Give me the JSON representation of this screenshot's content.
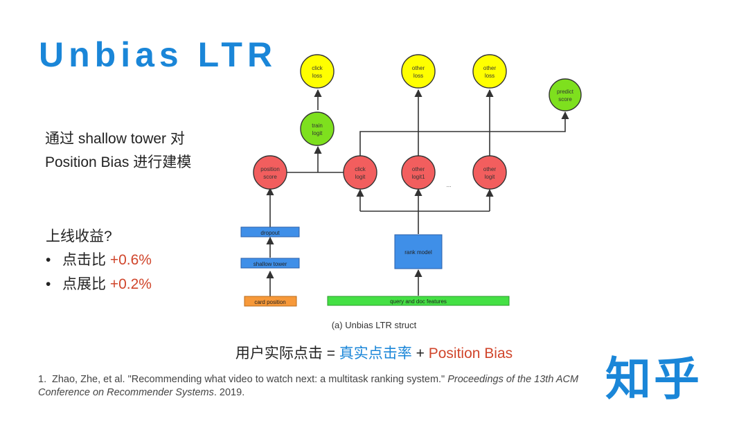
{
  "title": "Unbias LTR",
  "description": {
    "line1": "通过 shallow tower 对",
    "line2": "Position Bias 进行建模"
  },
  "gains": {
    "title": "上线收益?",
    "items": [
      {
        "bullet": "•",
        "label": "点击比 ",
        "value": "+0.6%"
      },
      {
        "bullet": "•",
        "label": "点展比 ",
        "value": "+0.2%"
      }
    ]
  },
  "diagram": {
    "caption": "(a) Unbias LTR struct",
    "nodes": {
      "click_loss": [
        "click",
        "loss"
      ],
      "other_loss_1": [
        "other",
        "loss"
      ],
      "other_loss_2": [
        "other",
        "loss"
      ],
      "predict_score": [
        "predict",
        "score"
      ],
      "train_logit": [
        "train",
        "logit"
      ],
      "position_score": [
        "position",
        "score"
      ],
      "click_logit": [
        "click",
        "logit"
      ],
      "other_logit1": [
        "other",
        "logit1"
      ],
      "other_logit": [
        "other",
        "logit"
      ],
      "ellipsis": "..."
    },
    "boxes": {
      "dropout": "dropout",
      "shallow_tower": "shallow tower",
      "card_position": "card position",
      "rank_model": "rank model",
      "features": "query and doc features"
    },
    "colors": {
      "loss": "#ffff00",
      "logit_green": "#7ee01e",
      "logit_red": "#f25e5e",
      "box_blue": "#3f8fe8",
      "box_orange": "#f7993a",
      "box_green": "#44e044",
      "edge": "#333333"
    }
  },
  "formula": {
    "left": "用户实际点击 = ",
    "term1": "真实点击率",
    "plus": " + ",
    "term2": "Position Bias"
  },
  "reference": {
    "number": "1.",
    "text": "Zhao, Zhe, et al. \"Recommending what video to watch next: a multitask ranking system.\" ",
    "journal": "Proceedings of the 13th ACM Conference on Recommender Systems",
    "year": ". 2019."
  },
  "logo": "知乎"
}
